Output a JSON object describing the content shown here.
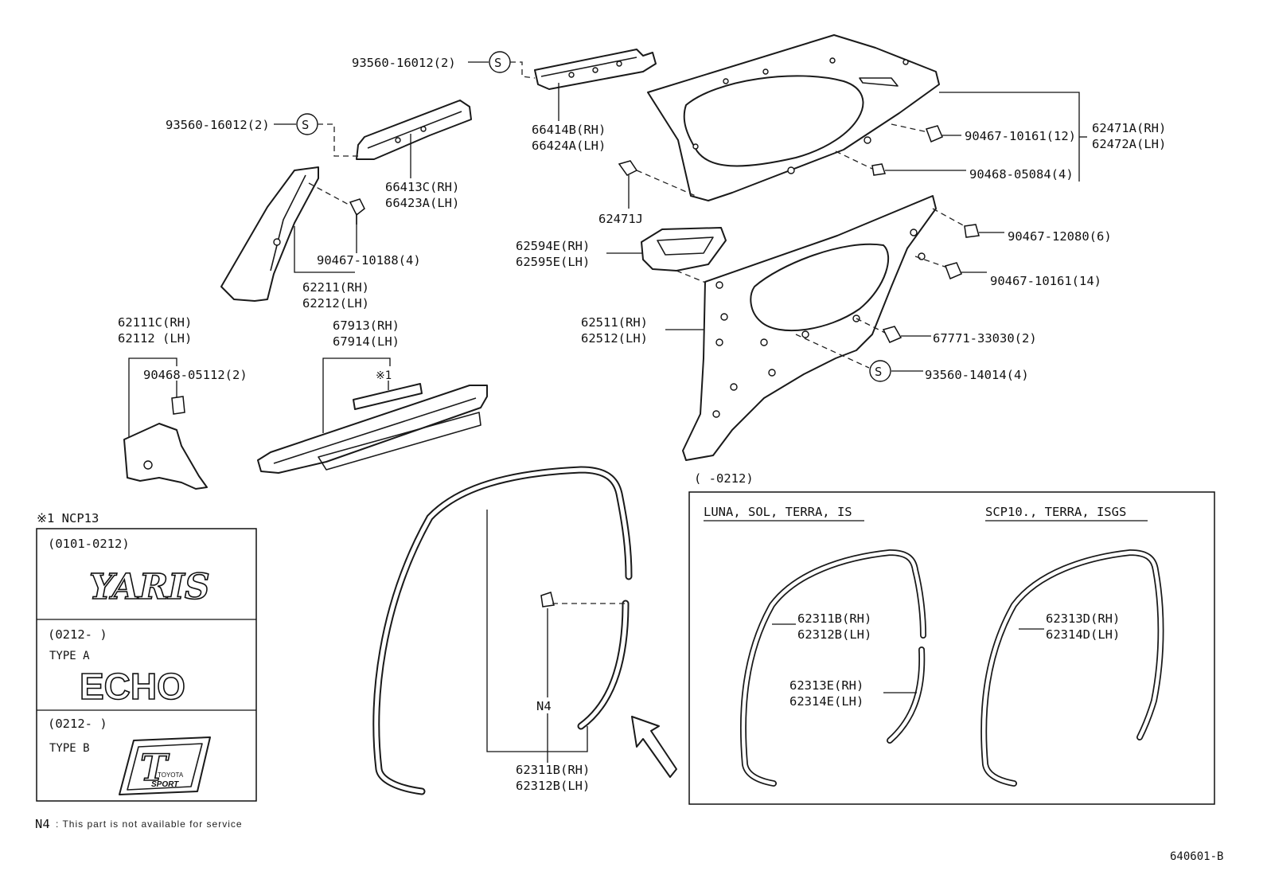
{
  "labels": {
    "top_clip_left_a": "93560-16012(2)",
    "top_clip_left_b": "93560-16012(2)",
    "rail_upper_rh": "66414B(RH)",
    "rail_upper_lh": "66424A(LH)",
    "rail_lower_rh": "66413C(RH)",
    "rail_lower_lh": "66423A(LH)",
    "clip_90467_10188": "90467-10188(4)",
    "pillar_rh": "62211(RH)",
    "pillar_lh": "62212(LH)",
    "quarter_upper_rh": "62471A(RH)",
    "quarter_upper_lh": "62472A(LH)",
    "clip_90467_10161_12": "90467-10161(12)",
    "clip_90468_05084": "90468-05084(4)",
    "part_62471J": "62471J",
    "handle_rh": "62594E(RH)",
    "handle_lh": "62595E(LH)",
    "clip_90467_12080": "90467-12080(6)",
    "clip_90467_10161_14": "90467-10161(14)",
    "quarter_lower_rh": "62511(RH)",
    "quarter_lower_lh": "62512(LH)",
    "clip_67771_33030": "67771-33030(2)",
    "screw_93560_14014": "93560-14014(4)",
    "cowl_rh": "62111C(RH)",
    "cowl_lh": "62112  (LH)",
    "clip_90468_05112": "90468-05112(2)",
    "scuff_rh": "67913(RH)",
    "scuff_lh": "67914(LH)",
    "scuff_ref": "※1",
    "weather_main_rh": "62311B(RH)",
    "weather_main_lh": "62312B(LH)",
    "n4_mark": "N4",
    "inset_range": "(      -0212)",
    "inset_left_title": "LUNA, SOL, TERRA, IS",
    "inset_right_title": "SCP10., TERRA, ISGS",
    "inset_a_rh": "62311B(RH)",
    "inset_a_lh": "62312B(LH)",
    "inset_b_rh": "62313E(RH)",
    "inset_b_lh": "62314E(LH)",
    "inset_c_rh": "62313D(RH)",
    "inset_c_lh": "62314D(LH)",
    "s_mark": "S"
  },
  "emblem_table": {
    "heading": "※1 NCP13",
    "rows": [
      {
        "range": "(0101-0212)",
        "type": "",
        "emblem": "YARIS"
      },
      {
        "range": "(0212-          )",
        "type": "TYPE A",
        "emblem": "ECHO"
      },
      {
        "range": "(0212-          )",
        "type": "TYPE B",
        "emblem": "T",
        "sub_top": "TOYOTA",
        "sub_bottom": "SPORT"
      }
    ]
  },
  "footer": {
    "note_mark": "N4",
    "note_text": ": This part is not available for service",
    "diagram_id": "640601-B"
  }
}
